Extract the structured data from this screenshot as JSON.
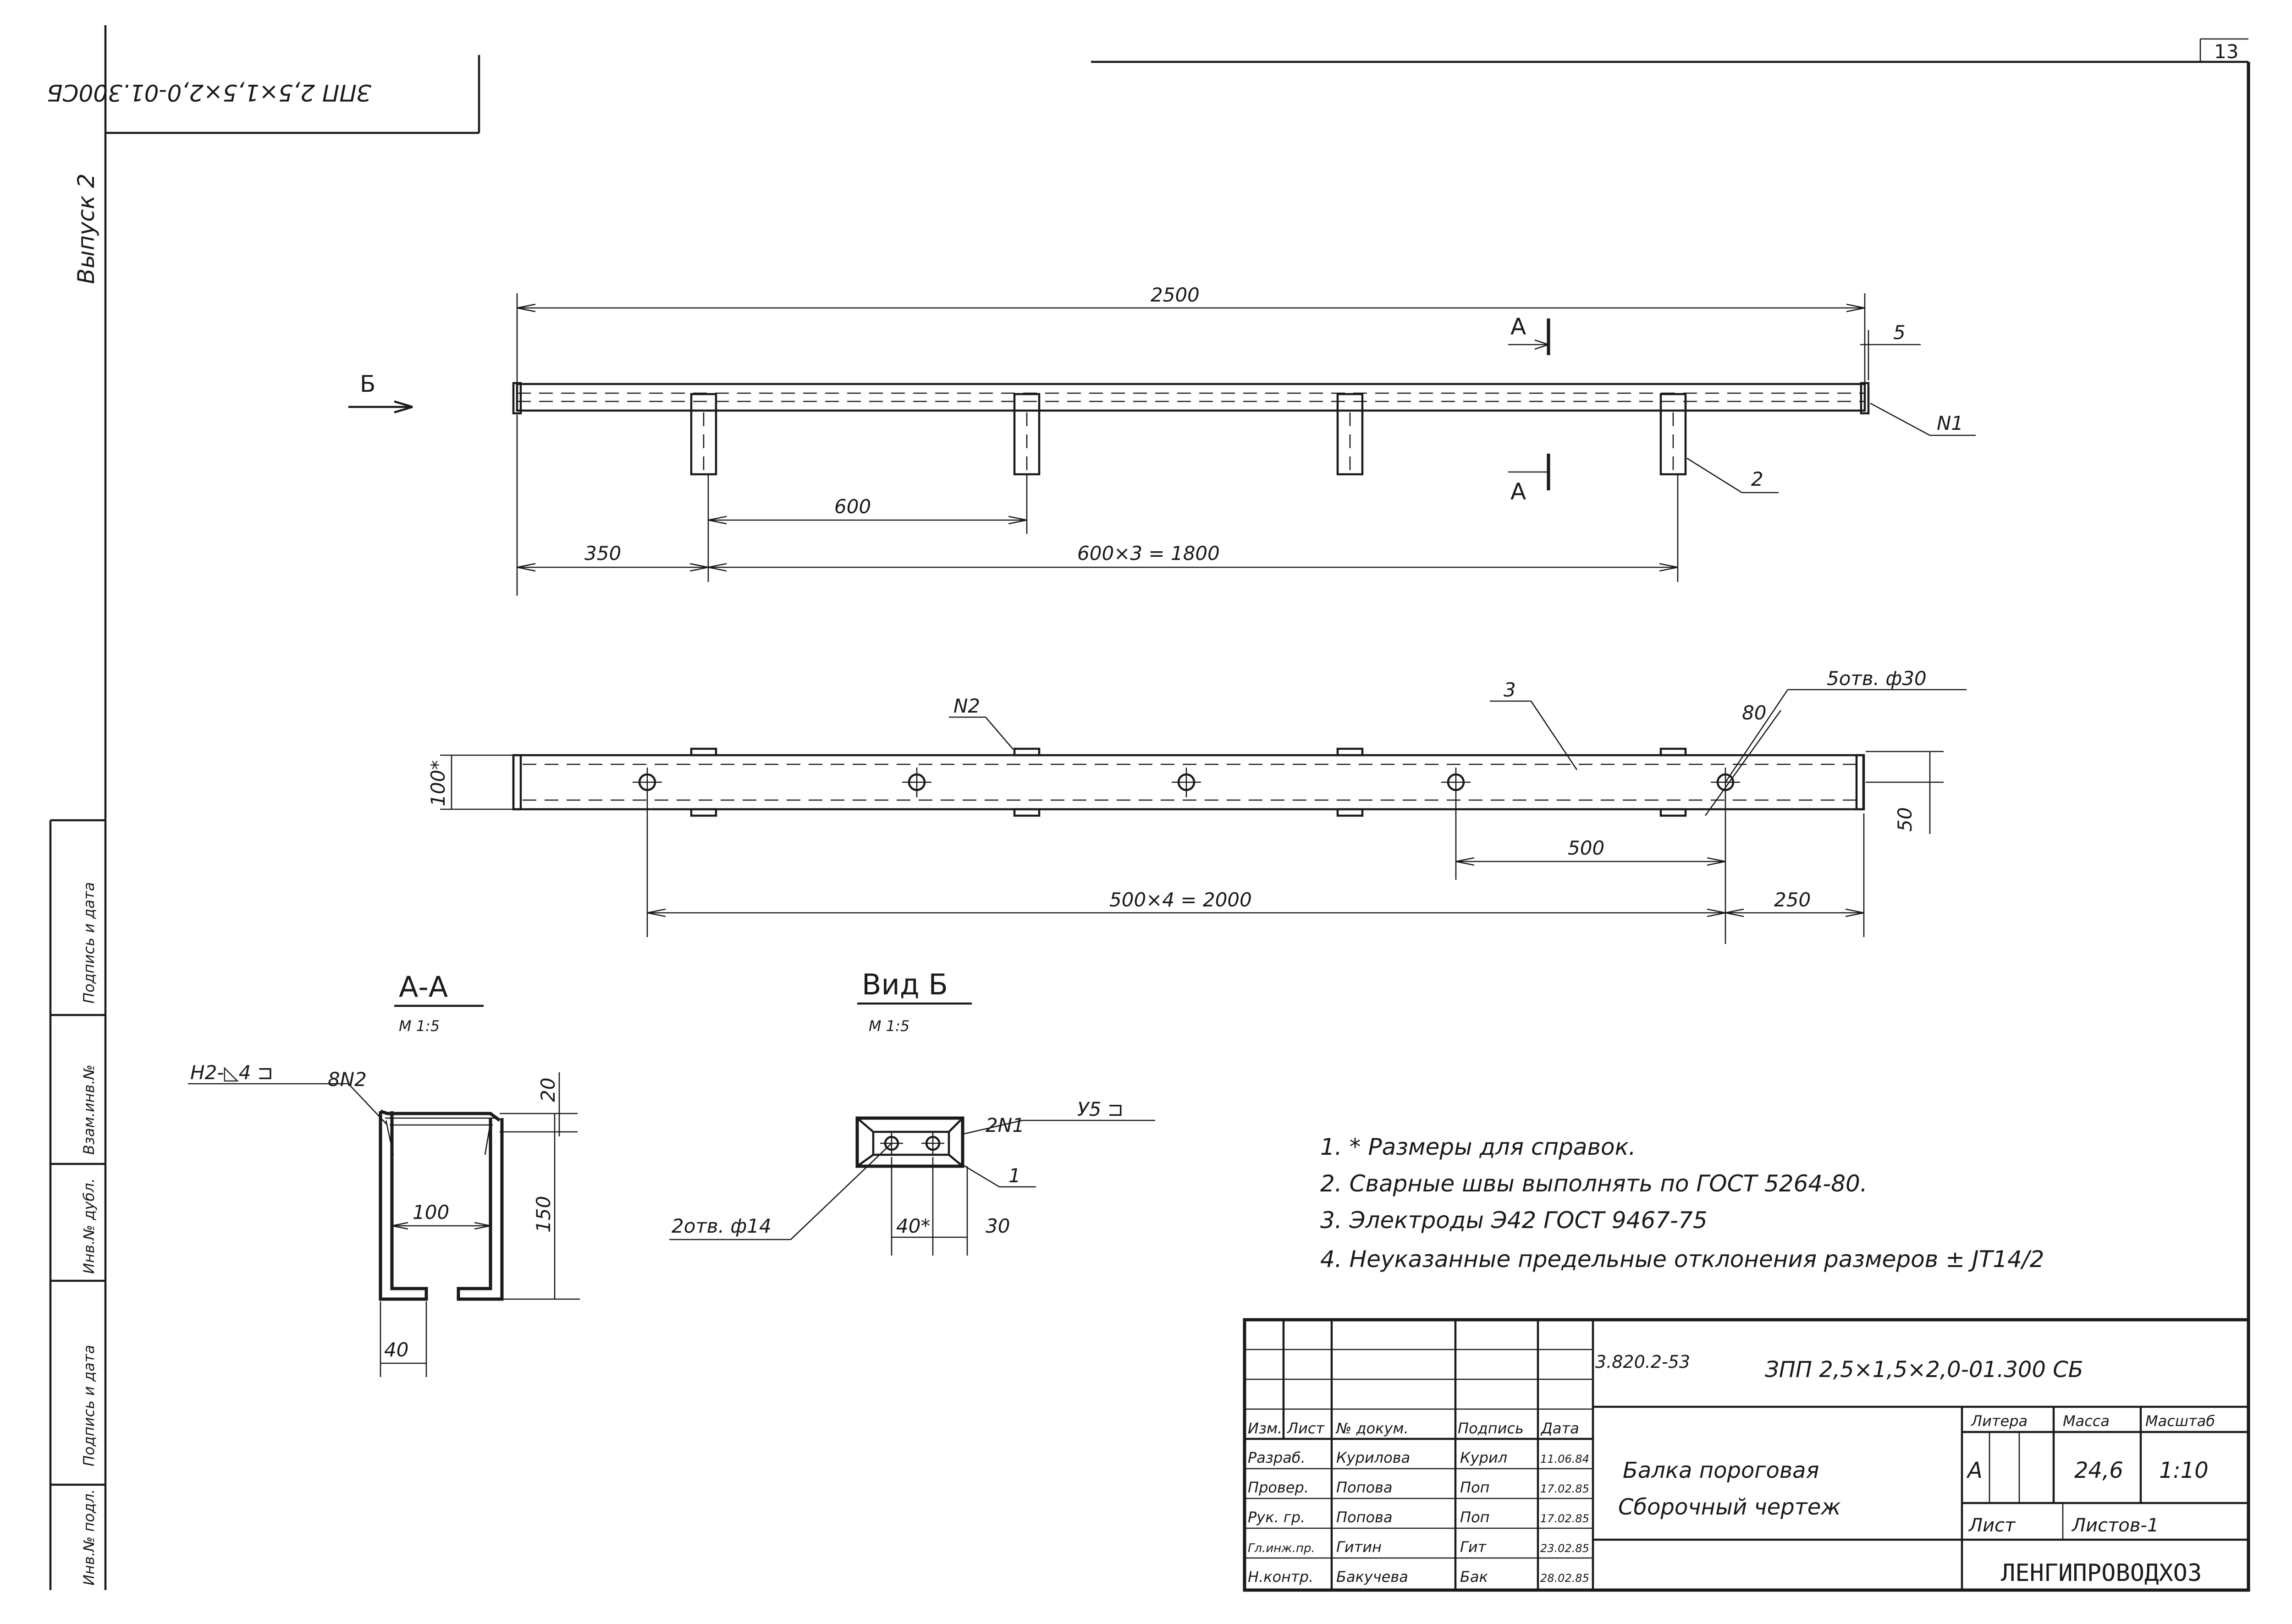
{
  "stamp": {
    "corner_code": "ЗПП 2,5×1,5×2,0-01.300СБ",
    "issue": "Выпуск 2",
    "sheet_no": "13",
    "side_fields": [
      "Подпись и дата",
      "Взам.инв.№",
      "Инв.№ дубл.",
      "Подпись и дата",
      "Инв.№ подл."
    ]
  },
  "top_view": {
    "view_label": "Б",
    "dim_total": "2500",
    "dim_end": "5",
    "dim_pitch": "600",
    "dim_start": "350",
    "dim_chain": "600×3 = 1800",
    "section_mark": "А",
    "callout_n1": "N1",
    "callout_2": "2"
  },
  "plan_view": {
    "callout_n2": "N2",
    "callout_3": "3",
    "holes": "5отв. ф30",
    "dim_80": "80",
    "dim_100": "100*",
    "dim_50": "50",
    "dim_500": "500",
    "dim_chain": "500×4 = 2000",
    "dim_250": "250"
  },
  "section_aa": {
    "title": "А-А",
    "scale": "М 1:5",
    "weld": "Н2-◺4 ⊐",
    "weld_ref": "8N2",
    "dim_20": "20",
    "dim_150": "150",
    "dim_100": "100",
    "dim_40": "40"
  },
  "view_b": {
    "title": "Вид Б",
    "scale": "М 1:5",
    "holes": "2отв. ф14",
    "weld_ref": "2N1",
    "weld": "У5 ⊐",
    "callout_1": "1",
    "dim_40": "40*",
    "dim_30": "30"
  },
  "notes": [
    "1. * Размеры для справок.",
    "2. Сварные швы выполнять по ГОСТ 5264-80.",
    "3. Электроды Э42 ГОСТ 9467-75",
    "4. Неуказанные предельные отклонения размеров ± JT14/2"
  ],
  "title_block": {
    "standard": "3.820.2-53",
    "doc_code": "ЗПП 2,5×1,5×2,0-01.300 СБ",
    "headers": [
      "Изм.",
      "Лист",
      "№ докум.",
      "Подпись",
      "Дата"
    ],
    "rows": [
      {
        "role": "Разраб.",
        "name": "Курилова",
        "sign": "Курил",
        "date": "11.06.84"
      },
      {
        "role": "Провер.",
        "name": "Попова",
        "sign": "Поп",
        "date": "17.02.85"
      },
      {
        "role": "Рук. гр.",
        "name": "Попова",
        "sign": "Поп",
        "date": "17.02.85"
      },
      {
        "role": "Гл.инж.пр.",
        "name": "Гитин",
        "sign": "Гит",
        "date": "23.02.85"
      },
      {
        "role": "Н.контр.",
        "name": "Бакучева",
        "sign": "Бак",
        "date": "28.02.85"
      }
    ],
    "product_name_1": "Балка пороговая",
    "product_name_2": "Сборочный чертеж",
    "col_letter": "Литера",
    "col_mass": "Масса",
    "col_scale": "Масштаб",
    "letter": "А",
    "mass": "24,6",
    "scale": "1:10",
    "sheet_label": "Лист",
    "sheets_label": "Листов-1",
    "org": "ЛЕНГИПРОВОДХОЗ"
  }
}
